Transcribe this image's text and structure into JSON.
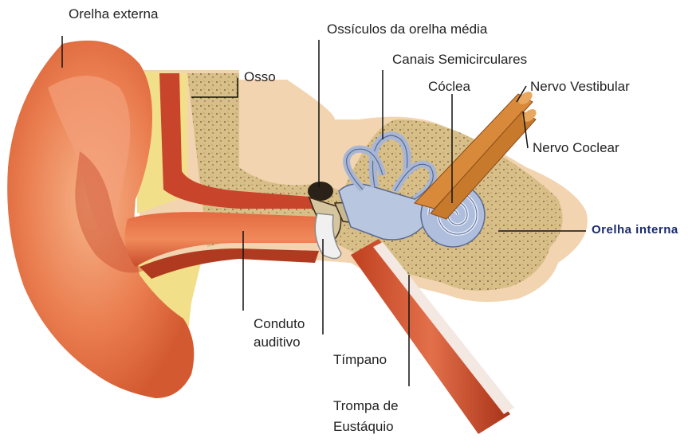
{
  "labels": {
    "outer_ear": "Orelha externa",
    "bone": "Osso",
    "ossicles": "Ossículos da orelha média",
    "semicircular": "Canais Semicirculares",
    "cochlea": "Cóclea",
    "vestibular_nerve": "Nervo Vestibular",
    "cochlear_nerve": "Nervo Coclear",
    "inner_ear": "Orelha interna",
    "canal_line1": "Conduto",
    "canal_line2": "auditivo",
    "eardrum": "Tímpano",
    "eustachian_line1": "Trompa de",
    "eustachian_line2": "Eustáquio"
  },
  "colors": {
    "skin": "#e9774a",
    "skin_light": "#f5b08a",
    "bone": "#d9c08a",
    "fat": "#f2df8a",
    "muscle": "#c8442a",
    "labyrinth": "#aab8d6",
    "nerve": "#d88a3a",
    "inner_ear_label": "#1a2a6e"
  }
}
